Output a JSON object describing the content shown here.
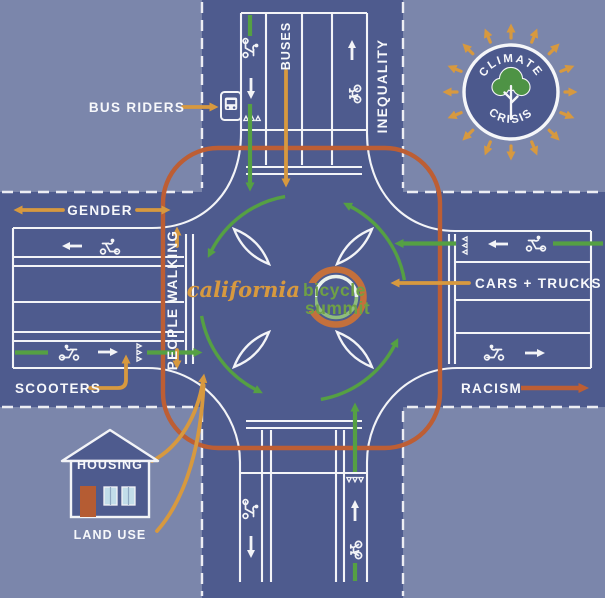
{
  "title": "california bicycle summit intersection illustration",
  "colors": {
    "background_light": "#7B86AB",
    "road_dark": "#4E5B8E",
    "lane_white": "#F3F4F7",
    "bike_green": "#55A043",
    "accent_gold": "#D7993F",
    "accent_sienna": "#BD5E34",
    "window_blue": "#C2DDE9",
    "tree_green": "#4E9345"
  },
  "labels": {
    "bus_riders": "BUS RIDERS",
    "buses": "BUSES",
    "inequality": "INEQUALITY",
    "gender": "GENDER",
    "people_walking": "PEOPLE WALKING",
    "cars_trucks": "CARS + TRUCKS",
    "scooters": "SCOOTERS",
    "racism": "RACISM",
    "housing": "HOUSING",
    "land_use": "LAND USE"
  },
  "badge": {
    "top": "CLIMATE",
    "bottom": "CRISIS"
  },
  "logo": {
    "line1": "california",
    "line2": "bicycle",
    "line3": "summit"
  }
}
